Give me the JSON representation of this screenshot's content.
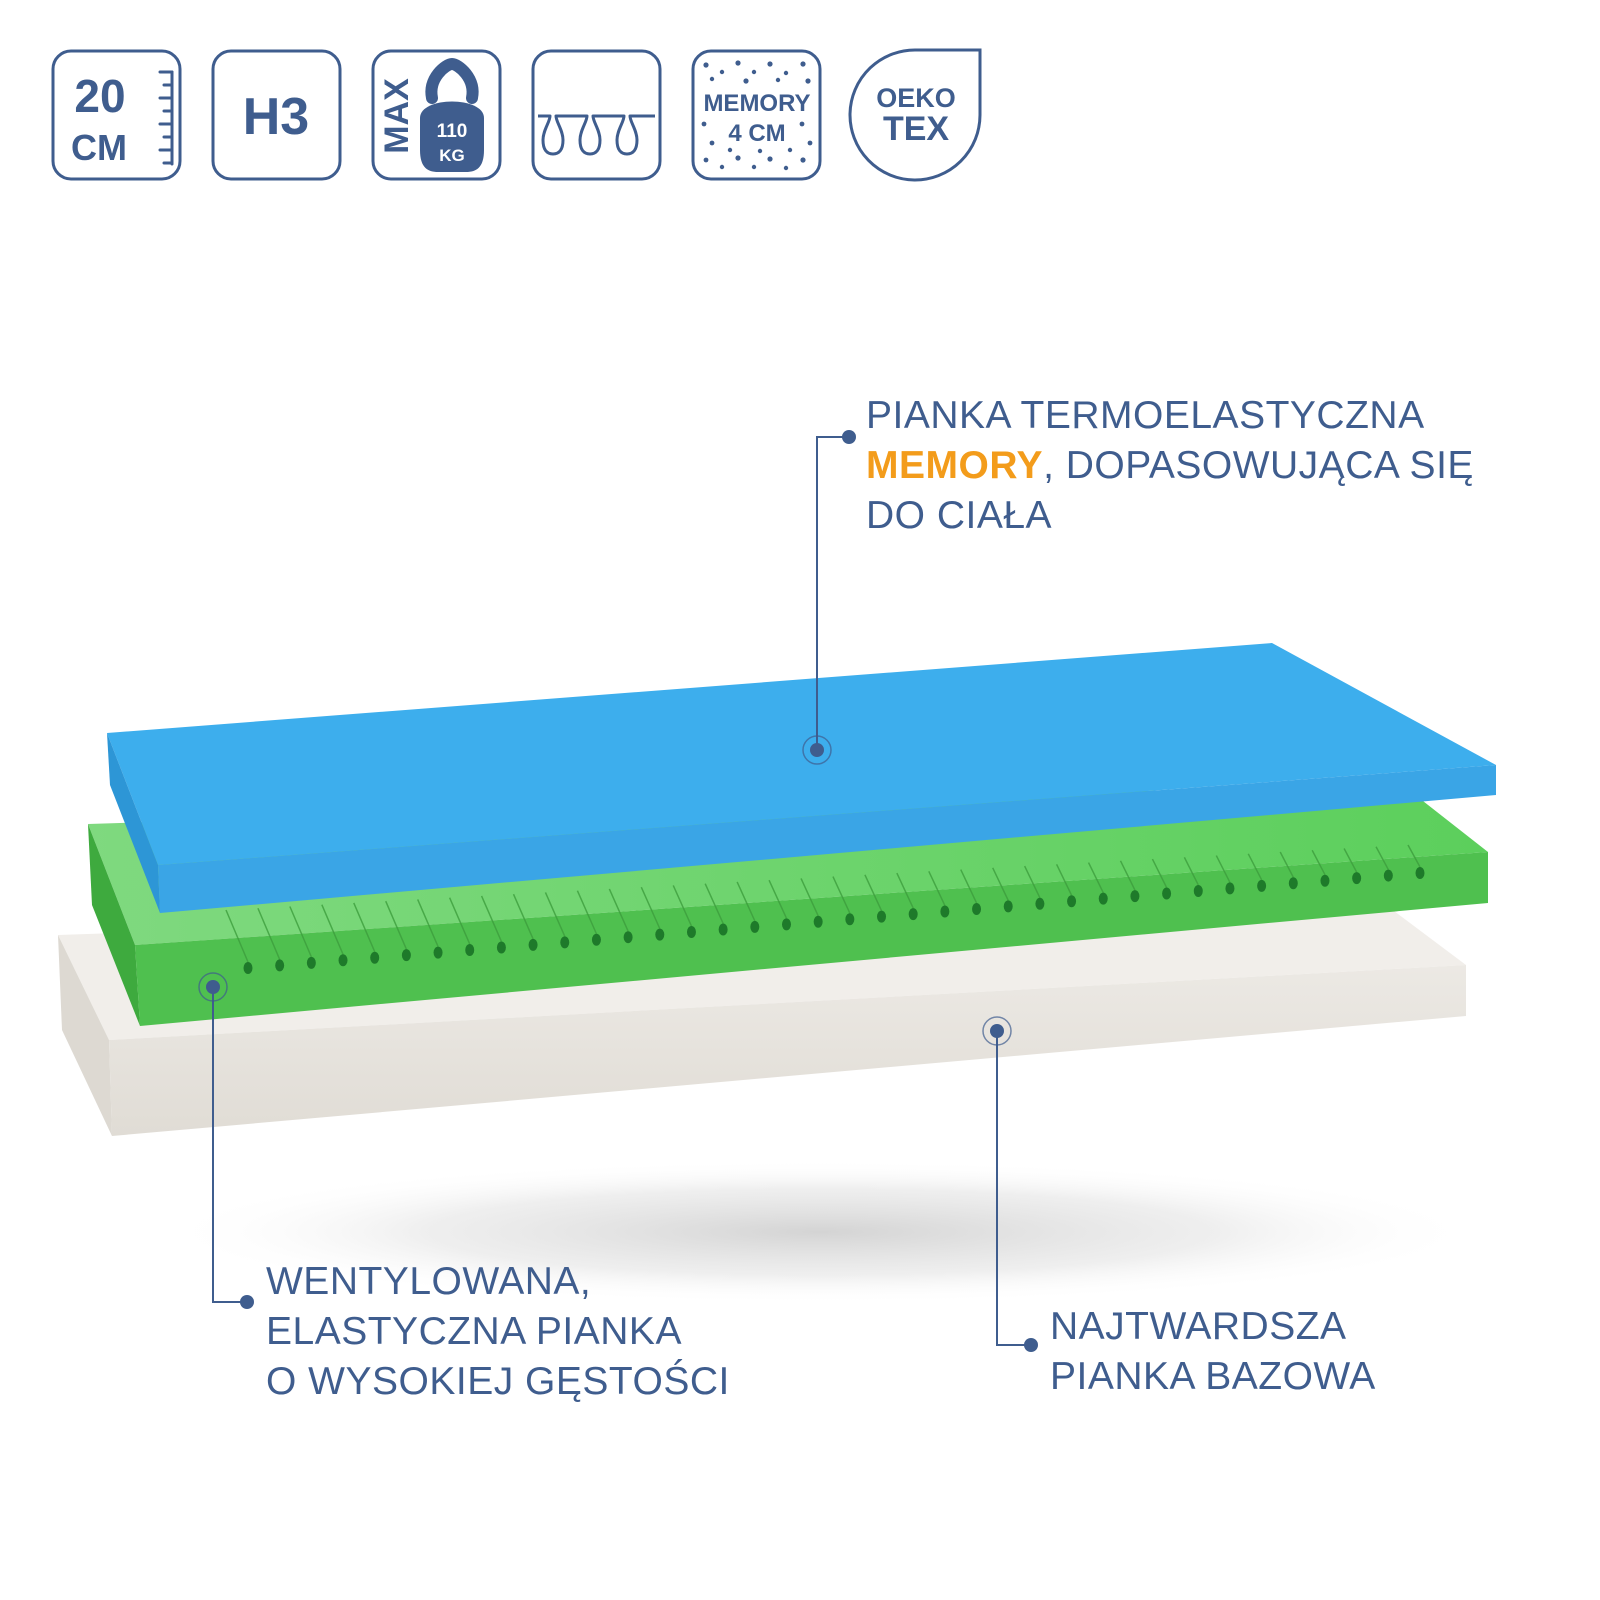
{
  "badges": {
    "height": {
      "value": "20",
      "unit": "CM"
    },
    "firmness": {
      "value": "H3"
    },
    "max_load": {
      "prefix": "MAX",
      "value": "110",
      "unit": "KG"
    },
    "memory": {
      "title": "MEMORY",
      "value": "4 CM"
    },
    "certification": {
      "line1": "OEKO",
      "line2": "TEX"
    }
  },
  "callouts": {
    "top": {
      "line1": "PIANKA TERMOELASTYCZNA",
      "line2_accent": "MEMORY",
      "line2_rest": ", DOPASOWUJĄCA SIĘ",
      "line3": "DO CIAŁA"
    },
    "left": {
      "line1": "WENTYLOWANA,",
      "line2": "ELASTYCZNA PIANKA",
      "line3": "O WYSOKIEJ GĘSTOŚCI"
    },
    "right": {
      "line1": "NAJTWARDSZA",
      "line2": "PIANKA BAZOWA"
    }
  },
  "colors": {
    "brand_blue": "#3f5d8e",
    "accent_orange": "#f39c1b",
    "memory_layer": "#3daeed",
    "ventilated_layer": "#4fc04f",
    "base_layer": "#e6e2dc"
  }
}
